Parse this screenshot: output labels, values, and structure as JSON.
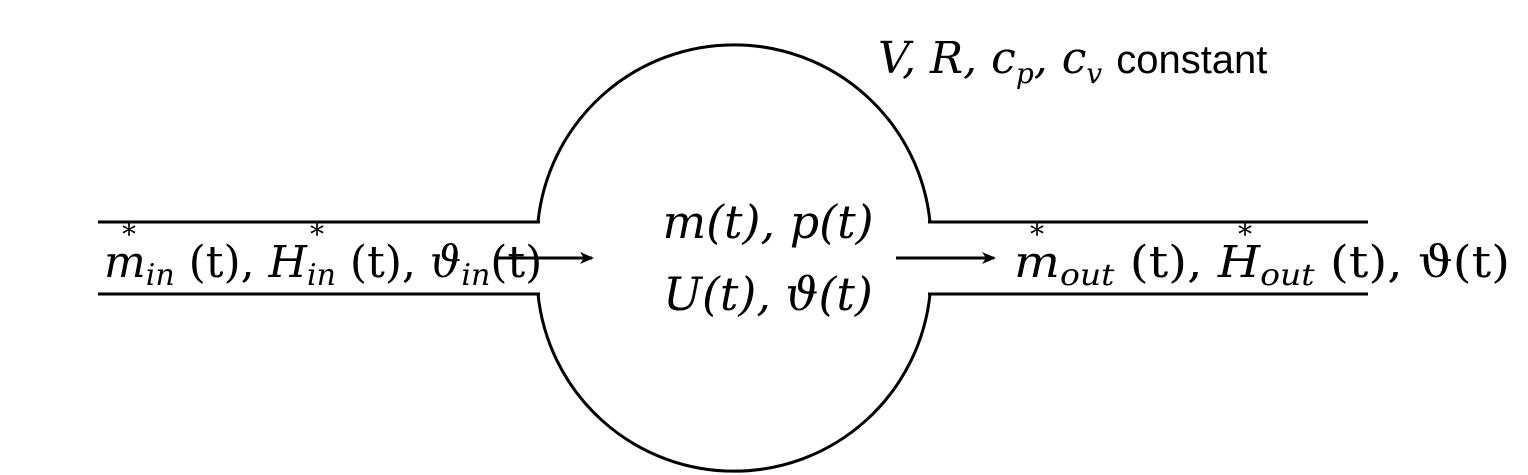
{
  "constants_label": {
    "symbols": "V, R, c",
    "p_sub": "p",
    "comma": ", c",
    "v_sub": "v",
    "word": "constant"
  },
  "vessel_state": {
    "line1": "m(t), p(t)",
    "line2": "U(t), ϑ(t)"
  },
  "inflow": {
    "dot_marker": "*",
    "mass_symbol": "m",
    "mass_sub": "in",
    "mass_arg": " (t), ",
    "enthalpy_symbol": "H",
    "enthalpy_sub": "in",
    "enthalpy_arg": " (t), ",
    "temp_symbol": "ϑ",
    "temp_sub": "in",
    "temp_arg": "(t)"
  },
  "outflow": {
    "dot_marker": "*",
    "mass_symbol": "m",
    "mass_sub": "out",
    "mass_arg": " (t), ",
    "enthalpy_symbol": "H",
    "enthalpy_sub": "out",
    "enthalpy_arg": " (t), ϑ(t)"
  }
}
